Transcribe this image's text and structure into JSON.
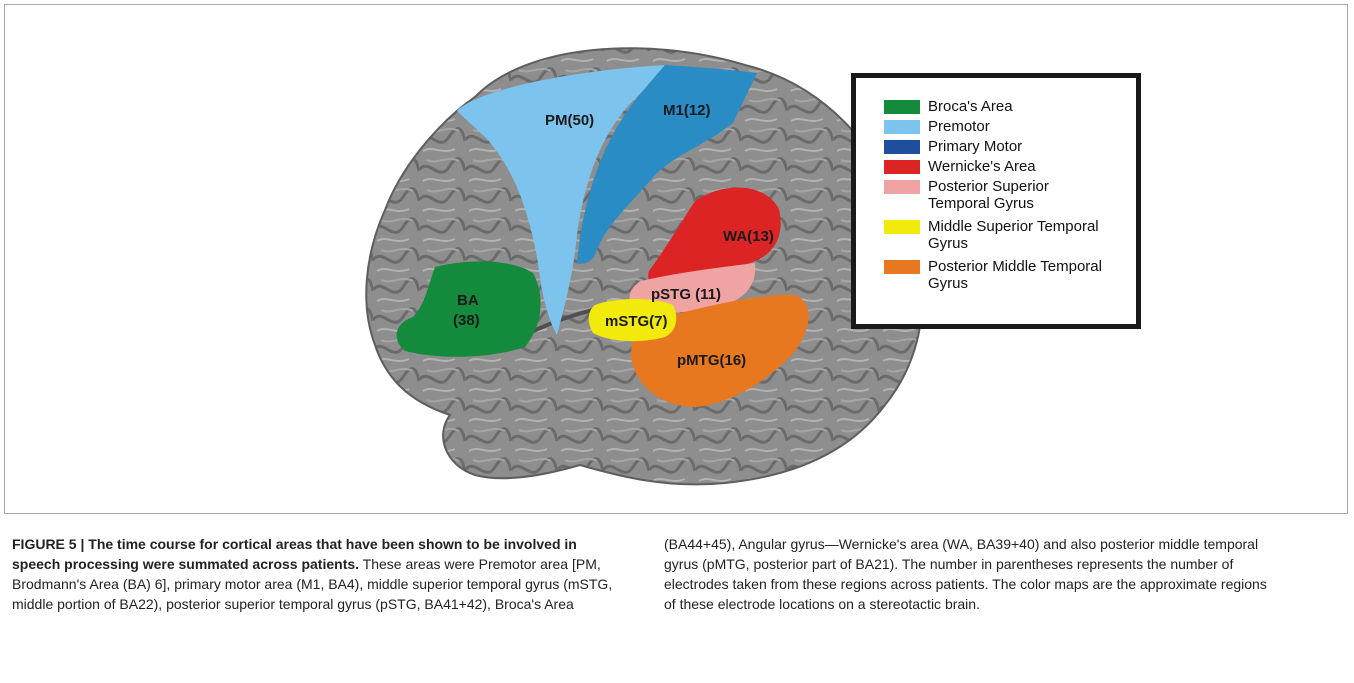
{
  "figure": {
    "regions": [
      {
        "id": "pm",
        "label": "PM(50)"
      },
      {
        "id": "m1",
        "label": "M1(12)"
      },
      {
        "id": "wa",
        "label": "WA(13)"
      },
      {
        "id": "pstg",
        "label": "pSTG (11)"
      },
      {
        "id": "mstg",
        "label": "mSTG(7)"
      },
      {
        "id": "ba_line1",
        "label": "BA"
      },
      {
        "id": "ba_line2",
        "label": "(38)"
      },
      {
        "id": "pmtg",
        "label": "pMTG(16)"
      }
    ],
    "legend": [
      {
        "label": "Broca's Area",
        "color": "#138a3c"
      },
      {
        "label": "Premotor",
        "color": "#7cc4ee"
      },
      {
        "label": "Primary Motor",
        "color": "#1d4f9c"
      },
      {
        "label": "Wernicke's Area",
        "color": "#dc2424"
      },
      {
        "label": "Posterior Superior Temporal Gyrus",
        "color": "#f0a3a3"
      },
      {
        "label": "Middle Superior Temporal Gyrus",
        "color": "#f2ea0a"
      },
      {
        "label": "Posterior Middle Temporal Gyrus",
        "color": "#e8781f"
      }
    ],
    "colors": {
      "brain": "#8e8e8e",
      "m1_overlay": "#2a8cc4"
    }
  },
  "caption": {
    "bold_lead": "FIGURE 5 | The time course for cortical areas that have been shown to be involved in speech processing were summated across patients.",
    "left_text": " These areas were Premotor area [PM, Brodmann's Area (BA) 6], primary motor area (M1, BA4), middle superior temporal gyrus (mSTG, middle portion of BA22), posterior superior temporal gyrus (pSTG, BA41+42), Broca's Area",
    "right_text": "(BA44+45), Angular gyrus—Wernicke's area (WA, BA39+40) and also posterior middle temporal gyrus (pMTG, posterior part of BA21). The number in parentheses represents the number of electrodes taken from these regions across patients. The color maps are the approximate regions of these electrode locations on a stereotactic brain."
  }
}
